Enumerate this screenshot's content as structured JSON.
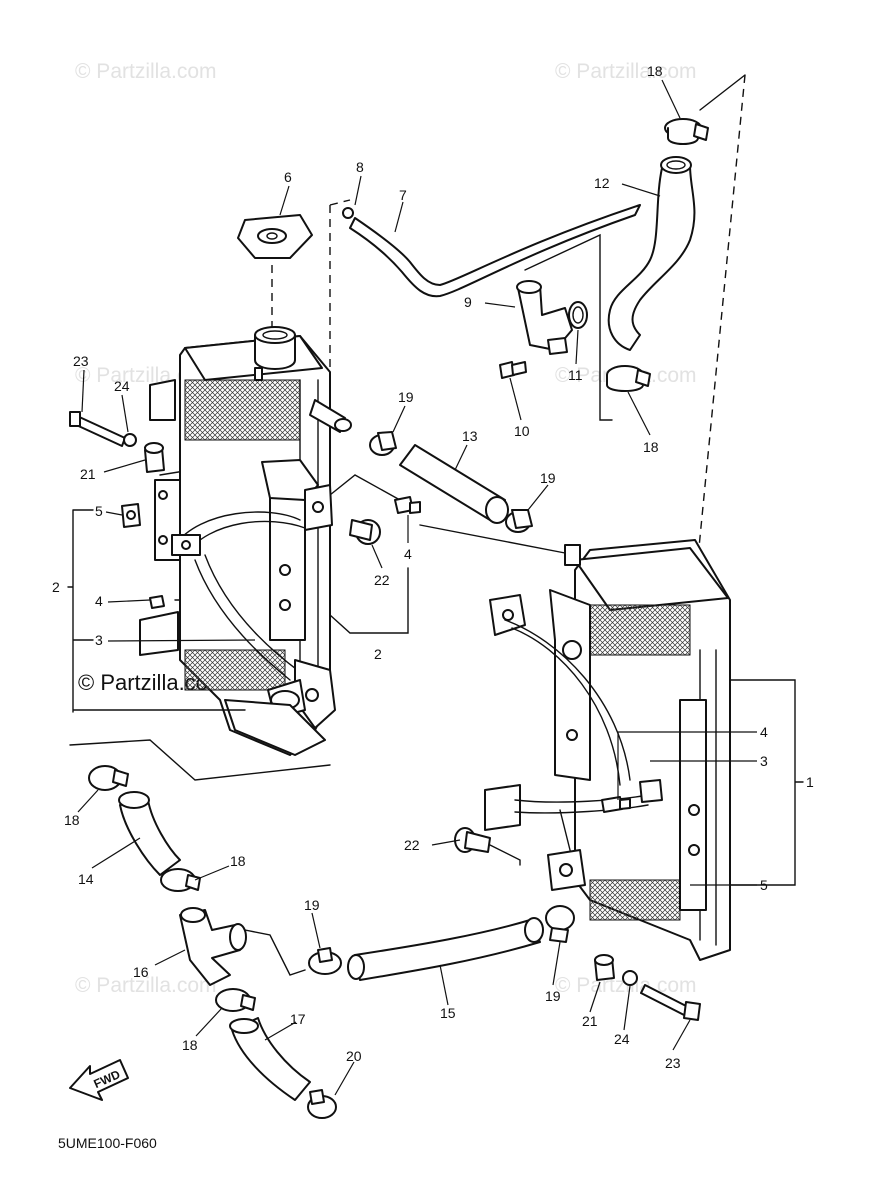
{
  "watermark": {
    "faint": "© Partzilla.com",
    "main": "© Partzilla.com"
  },
  "diagram_code": "5UME100-F060",
  "fwd_label": "FWD",
  "callouts": {
    "c18a": "18",
    "c12": "12",
    "c8": "8",
    "c7": "7",
    "c6": "6",
    "c9": "9",
    "c11": "11",
    "c10": "10",
    "c18b": "18",
    "c23a": "23",
    "c24a": "24",
    "c21a": "21",
    "c19a": "19",
    "c13": "13",
    "c19b": "19",
    "c5a": "5",
    "c4a": "4",
    "c22a": "22",
    "c2a": "2",
    "c4b": "4",
    "c3a": "3",
    "c2b": "2",
    "c4c": "4",
    "c3b": "3",
    "c1": "1",
    "c5b": "5",
    "c22b": "22",
    "c18c": "18",
    "c14": "14",
    "c18d": "18",
    "c19c": "19",
    "c16": "16",
    "c15": "15",
    "c19d": "19",
    "c21b": "21",
    "c24b": "24",
    "c23b": "23",
    "c18e": "18",
    "c17": "17",
    "c20": "20"
  }
}
